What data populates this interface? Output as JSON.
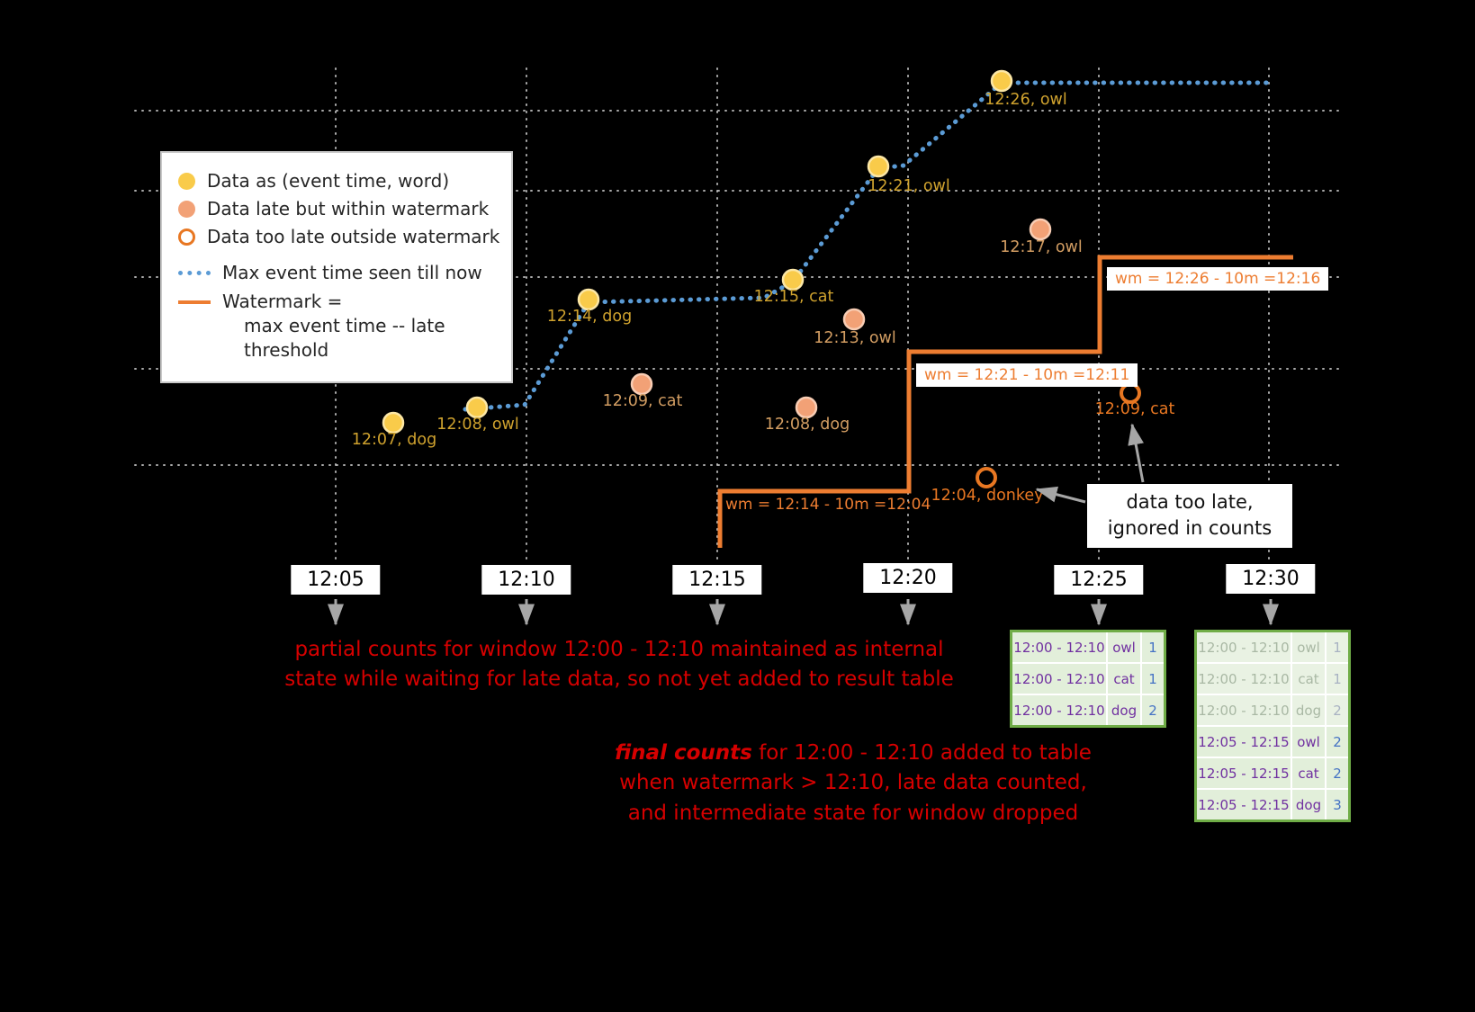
{
  "legend": {
    "item_on_time": "Data as (event time, word)",
    "item_late": "Data late but within watermark",
    "item_too_late": "Data too late outside watermark",
    "item_max_event": "Max event time seen till now",
    "item_watermark_1": "Watermark =",
    "item_watermark_2": "max event time -- late threshold"
  },
  "axis": {
    "ticks": [
      "12:05",
      "12:10",
      "12:15",
      "12:20",
      "12:25",
      "12:30"
    ]
  },
  "points": {
    "on_time": [
      {
        "label": "12:07, dog"
      },
      {
        "label": "12:08, owl"
      },
      {
        "label": "12:14, dog"
      },
      {
        "label": "12:15, cat"
      },
      {
        "label": "12:21, owl"
      },
      {
        "label": "12:26, owl"
      }
    ],
    "late_within": [
      {
        "label": "12:09, cat"
      },
      {
        "label": "12:08, dog"
      },
      {
        "label": "12:13, owl"
      },
      {
        "label": "12:17, owl"
      }
    ],
    "too_late": [
      {
        "label": "12:04, donkey"
      },
      {
        "label": "12:09, cat"
      }
    ]
  },
  "watermark": {
    "label1": "wm = 12:14 - 10m =12:04",
    "label2": "wm = 12:21 - 10m =12:11",
    "label3": "wm = 12:26 - 10m =12:16"
  },
  "annotations": {
    "partial_line1": "partial counts for window 12:00 - 12:10 maintained as internal",
    "partial_line2": "state while waiting for late data, so not yet added  to result table",
    "final_em": "final counts",
    "final_rest": " for 12:00 - 12:10 added to table",
    "final_line2": "when watermark > 12:10, late data counted,",
    "final_line3": "and intermediate state for window dropped",
    "too_late_line1": "data too late,",
    "too_late_line2": "ignored in counts"
  },
  "tables": {
    "t1225": {
      "rows": [
        [
          "12:00 - 12:10",
          "owl",
          "1"
        ],
        [
          "12:00 - 12:10",
          "cat",
          "1"
        ],
        [
          "12:00 - 12:10",
          "dog",
          "2"
        ]
      ]
    },
    "t1230": {
      "rows": [
        [
          "12:00 - 12:10",
          "owl",
          "1"
        ],
        [
          "12:00 - 12:10",
          "cat",
          "1"
        ],
        [
          "12:00 - 12:10",
          "dog",
          "2"
        ],
        [
          "12:05 - 12:15",
          "owl",
          "2"
        ],
        [
          "12:05 - 12:15",
          "cat",
          "2"
        ],
        [
          "12:05 - 12:15",
          "dog",
          "3"
        ]
      ]
    }
  },
  "colors": {
    "on_time_point": "#f9cb4a",
    "late_point": "#f2a176",
    "too_late_ring": "#e87722",
    "max_event_line": "#5b9bd5",
    "watermark_line": "#ed7d31",
    "annotation_red": "#d60000",
    "table_border_green": "#70ad47",
    "table_cell_green": "#e2efda",
    "table_text_purple": "#7030a0",
    "table_count_blue": "#4472c4",
    "background": "#000000"
  }
}
